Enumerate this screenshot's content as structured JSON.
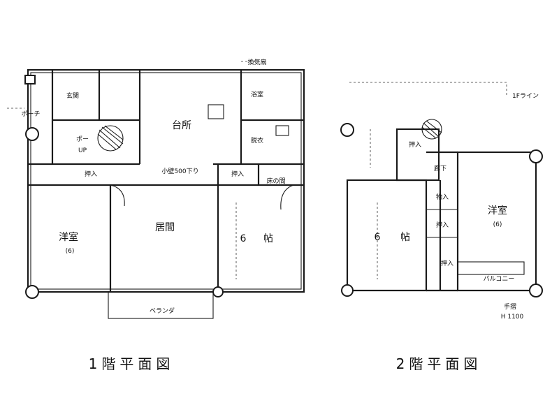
{
  "floor1": {
    "caption": "1階平面図",
    "rooms": {
      "genkan": "玄関",
      "porch": "ポーチ",
      "up": "UP",
      "oshiire_a": "押入",
      "kitchen": "台所",
      "koshikabe": "小壁500下り",
      "oshiire_b": "押入",
      "tokonoma": "床の間",
      "western_room": "洋室",
      "western_size": "(6)",
      "living": "居間",
      "washitsu_mats": "6",
      "washitsu_unit": "帖",
      "veranda": "ベランダ",
      "ventilation": "換気扇",
      "washroom": "脱衣",
      "bath": "浴室",
      "porch_small": "ポー"
    }
  },
  "floor2": {
    "caption": "2階平面図",
    "fline": "1Fライン",
    "rooms": {
      "oshiire_top": "押入",
      "rouka": "廊下",
      "mats_left": "6",
      "unit_left": "帖",
      "western_room": "洋室",
      "western_size": "(6)",
      "storage_a": "物入",
      "storage_b": "押入",
      "oshiire_bottom": "押入",
      "balcony": "バルコニー",
      "tesuri": "手摺",
      "tesuri_height": "H 1100"
    }
  }
}
